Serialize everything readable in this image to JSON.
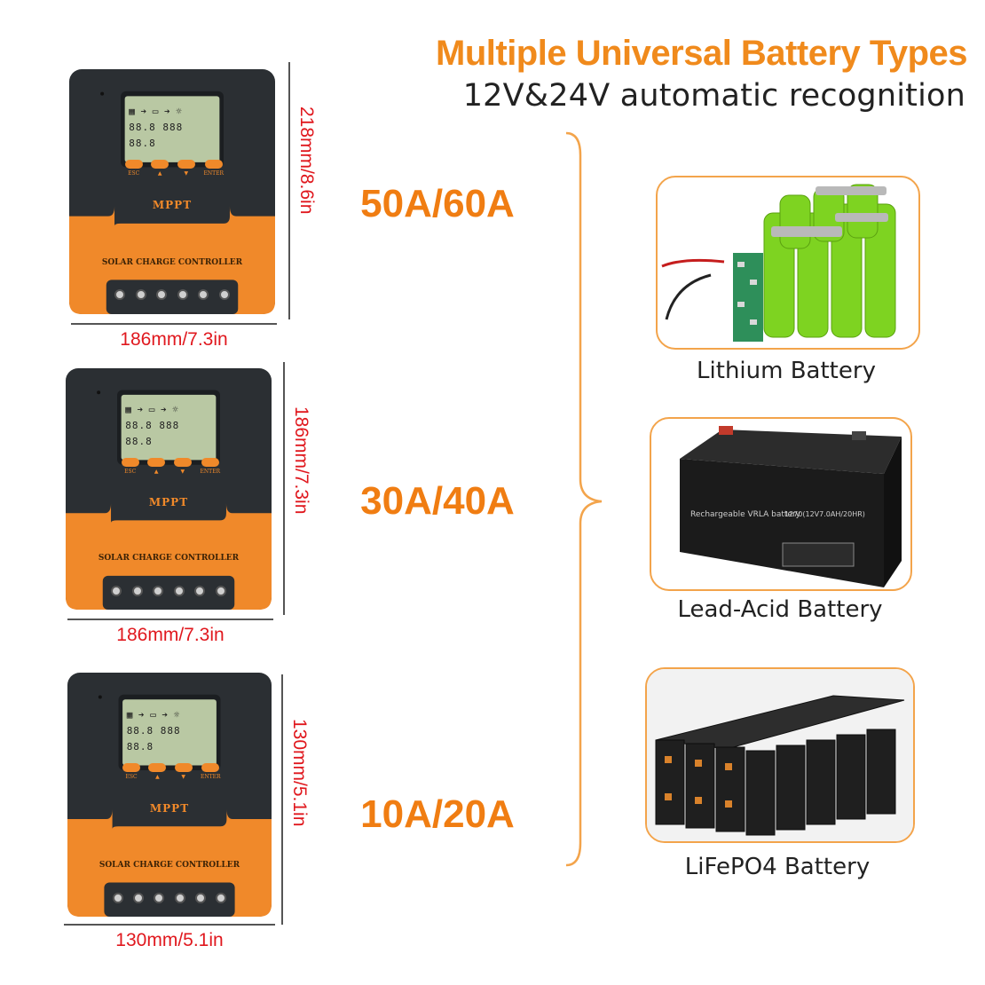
{
  "header": {
    "title": "Multiple Universal Battery Types",
    "subtitle": "12V&24V automatic recognition"
  },
  "controllers": [
    {
      "amps": "50A/60A",
      "width_label": "186mm/7.3in",
      "height_label": "218mm/8.6in",
      "brand": "MPPT",
      "product": "SOLAR CHARGE CONTROLLER",
      "buttons": [
        "ESC",
        "▲",
        "▼",
        "ENTER"
      ]
    },
    {
      "amps": "30A/40A",
      "width_label": "186mm/7.3in",
      "height_label": "186mm/7.3in",
      "brand": "MPPT",
      "product": "SOLAR CHARGE CONTROLLER",
      "buttons": [
        "ESC",
        "▲",
        "▼",
        "ENTER"
      ]
    },
    {
      "amps": "10A/20A",
      "width_label": "130mm/5.1in",
      "height_label": "130mm/5.1in",
      "brand": "MPPT",
      "product": "SOLAR CHARGE CONTROLLER",
      "buttons": [
        "ESC",
        "▲",
        "▼",
        "ENTER"
      ]
    }
  ],
  "batteries": [
    {
      "label": "Lithium Battery"
    },
    {
      "label": "Lead-Acid Battery",
      "case_text": "Rechargeable VRLA battery",
      "model_text": "1270(12V7.0AH/20HR)"
    },
    {
      "label": "LiFePO4 Battery"
    }
  ],
  "colors": {
    "accent": "#f08a1c",
    "dimension": "#e0181e",
    "device_body": "#2b2f33",
    "frame": "#f3a44b"
  }
}
